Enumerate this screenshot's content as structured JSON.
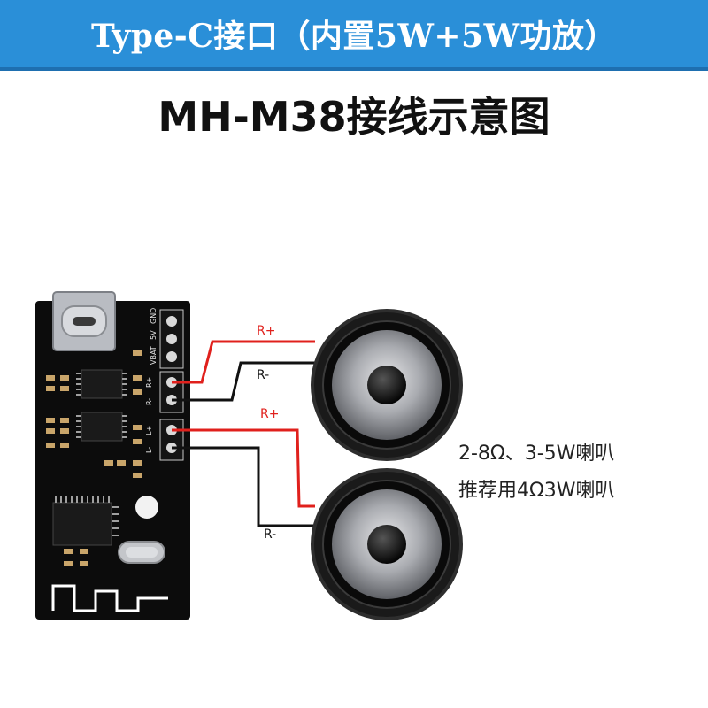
{
  "banner": {
    "text": "Type-C接口（内置5W+5W功放）",
    "color": "#2a8fd8"
  },
  "title": "MH-M38接线示意图",
  "board": {
    "pin_labels": [
      "GND",
      "5V",
      "VBAT"
    ],
    "right_channel_pins": [
      "R+",
      "R-"
    ],
    "left_channel_pins": [
      "L+",
      "L-"
    ]
  },
  "wires": {
    "top_plus": "R+",
    "top_minus": "R-",
    "bottom_plus": "R+",
    "bottom_minus": "R-",
    "plus_color": "#e0201c",
    "minus_color": "#111111"
  },
  "speaker_spec": {
    "line1": "2-8Ω、3-5W喇叭",
    "line2": "推荐用4Ω3W喇叭"
  },
  "icons": [
    "usb-c-connector-icon",
    "speaker-icon",
    "antenna-trace-icon",
    "crystal-icon"
  ]
}
